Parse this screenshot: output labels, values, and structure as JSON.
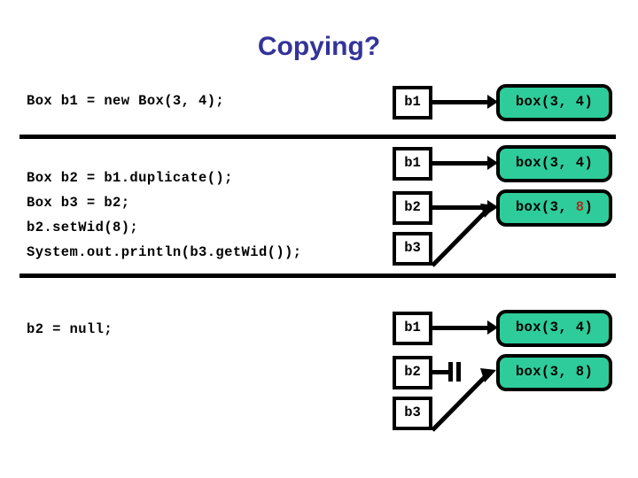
{
  "slide": {
    "title": "Copying?",
    "title_color": "#333399",
    "background": "#ffffff",
    "object_fill_color": "#2ecc9a",
    "highlight_color": "#a5321e",
    "line_color": "#000000"
  },
  "sections": [
    {
      "id": "section-1",
      "code_lines": "Box b1 = new Box(3, 4);",
      "variables": [
        {
          "name": "b1",
          "link": "arrow",
          "target": "obj-1-a"
        }
      ],
      "objects": [
        {
          "id": "obj-1-a",
          "prefix": "box(3, ",
          "value": "4",
          "suffix": ")",
          "value_highlighted": false
        }
      ]
    },
    {
      "id": "section-2",
      "code_lines": "Box b2 = b1.duplicate();\nBox b3 = b2;\nb2.setWid(8);\nSystem.out.println(b3.getWid());",
      "variables": [
        {
          "name": "b1",
          "link": "arrow",
          "target": "obj-2-a"
        },
        {
          "name": "b2",
          "link": "arrow",
          "target": "obj-2-b"
        },
        {
          "name": "b3",
          "link": "diagonal-arrow",
          "target": "obj-2-b"
        }
      ],
      "objects": [
        {
          "id": "obj-2-a",
          "prefix": "box(3, ",
          "value": "4",
          "suffix": ")",
          "value_highlighted": false
        },
        {
          "id": "obj-2-b",
          "prefix": "box(3, ",
          "value": "8",
          "suffix": ")",
          "value_highlighted": true
        }
      ]
    },
    {
      "id": "section-3",
      "code_lines": "b2 = null;",
      "variables": [
        {
          "name": "b1",
          "link": "arrow",
          "target": "obj-3-a"
        },
        {
          "name": "b2",
          "link": "null-terminator",
          "target": null
        },
        {
          "name": "b3",
          "link": "diagonal-arrow",
          "target": "obj-3-b"
        }
      ],
      "objects": [
        {
          "id": "obj-3-a",
          "prefix": "box(3, ",
          "value": "4",
          "suffix": ")",
          "value_highlighted": false
        },
        {
          "id": "obj-3-b",
          "prefix": "box(3, ",
          "value": "8",
          "suffix": ")",
          "value_highlighted": false
        }
      ]
    }
  ]
}
